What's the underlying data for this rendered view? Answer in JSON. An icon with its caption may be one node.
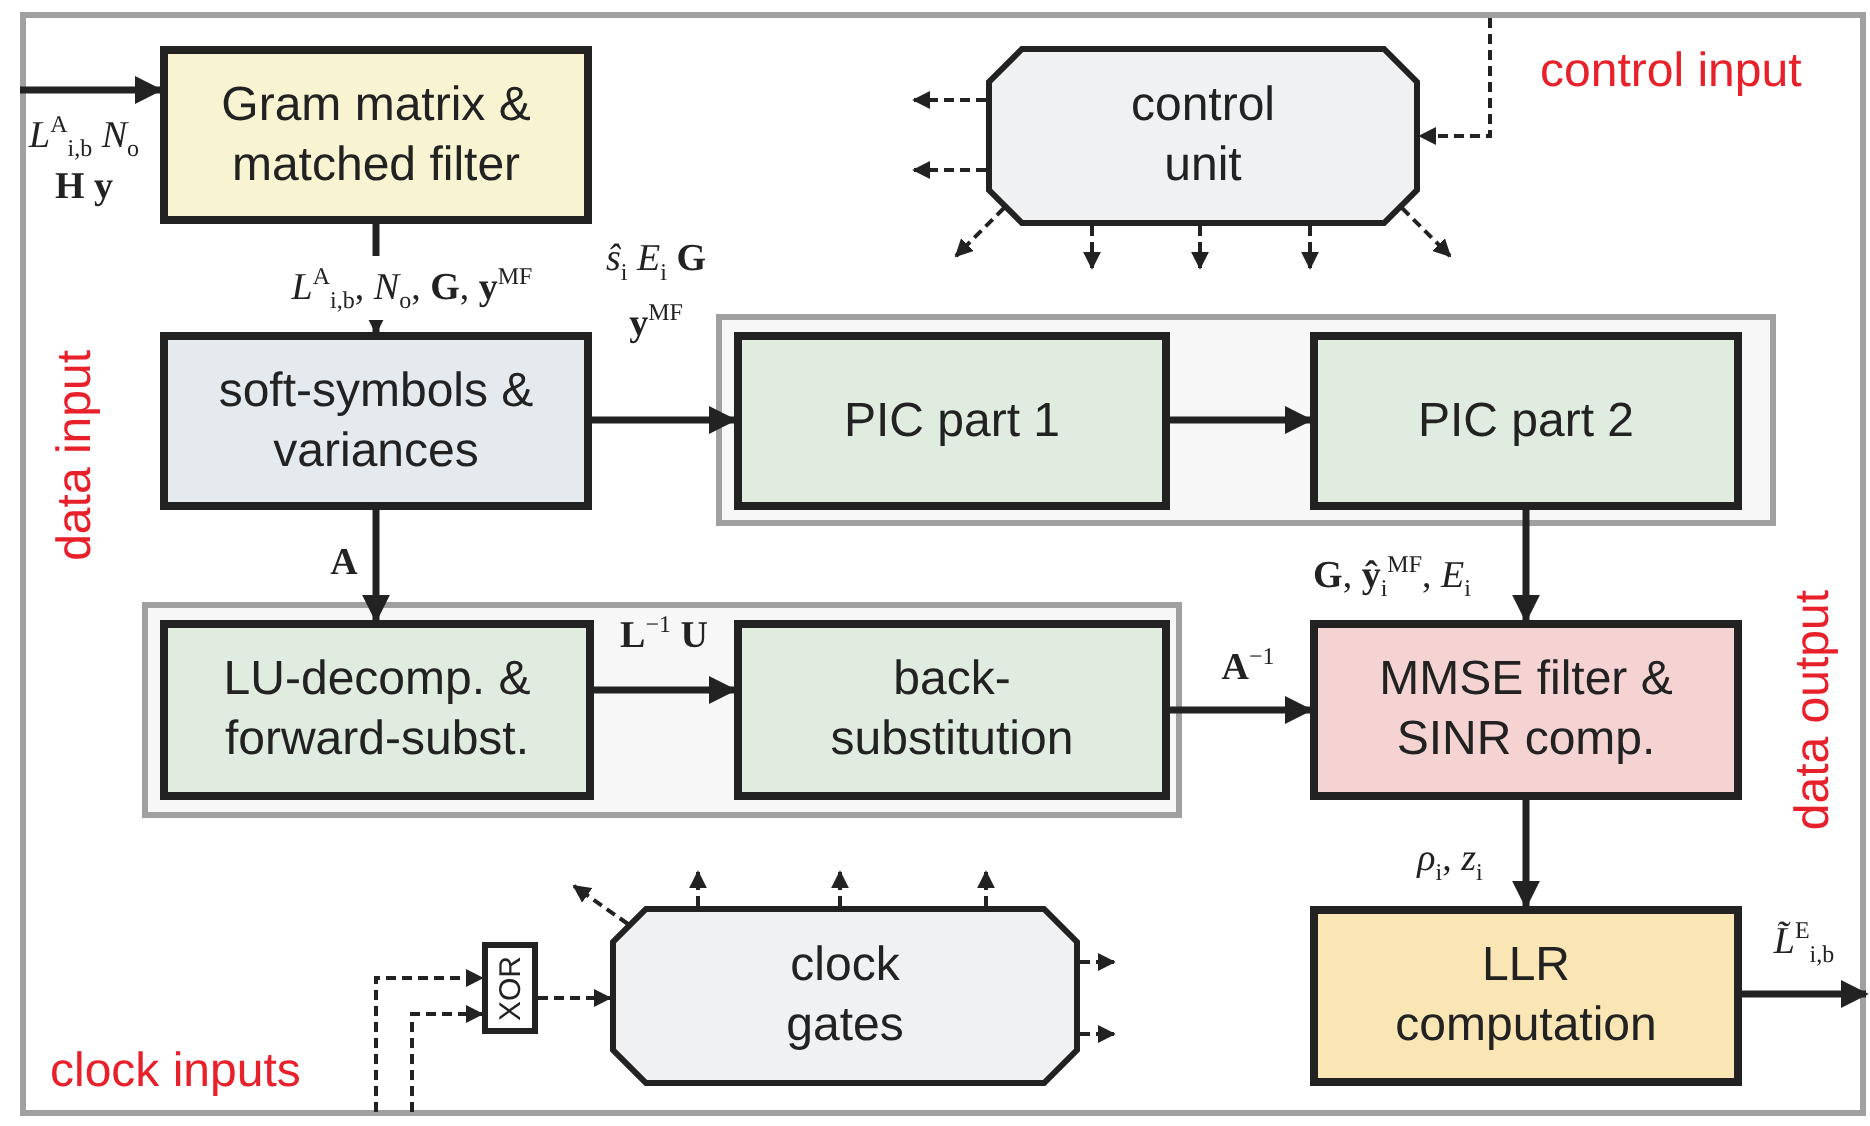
{
  "diagram": {
    "nodes": [
      {
        "text": [
          "Gram matrix & matched filter"
        ]
      },
      {
        "text": [
          "control unit"
        ]
      },
      {
        "text": [
          "soft-symbols & variances"
        ]
      },
      {
        "text": [],
        "shape": "box"
      },
      {
        "text": [
          "PIC part 1"
        ],
        "in": 3
      },
      {
        "text": [
          "PIC part 2"
        ],
        "in": 3
      },
      {
        "text": [],
        "shape": "box"
      },
      {
        "text": [
          "LU-decomp. & forward-subst."
        ],
        "in": 6
      },
      {
        "text": [
          "back-substitution"
        ],
        "in": 6
      },
      {
        "text": [
          "MMSE filter & SINR comp."
        ]
      },
      {
        "text": [
          "XOR"
        ]
      },
      {
        "text": [
          "clock gates"
        ]
      },
      {
        "text": [
          "LLR computation"
        ]
      }
    ],
    "edges": [
      {
        "from": null,
        "to": 0,
        "arrow": "to",
        "label": "*L*$^{A}$$_{i,b}$ *N*$_{o}$ **H** **y**"
      },
      {
        "from": 0,
        "to": 2,
        "arrow": "to",
        "label": "*L*$^{A}$$_{i,b}$, *N*$_{o}$, **G**, **y**$^{MF}$"
      },
      {
        "from": 2,
        "to": 4,
        "arrow": "to",
        "label": "*ŝ*$_{i}$ *E*$_{i}$ **G** **y**$^{MF}$"
      },
      {
        "from": 4,
        "to": 5,
        "arrow": "to"
      },
      {
        "from": 5,
        "to": 9,
        "arrow": "to",
        "label": "**G**, **ŷ**$_{i}$$^{MF}$, *E*$_{i}$"
      },
      {
        "from": 2,
        "to": 7,
        "arrow": "to",
        "label": "**A**"
      },
      {
        "from": 7,
        "to": 8,
        "arrow": "to",
        "label": "**L**$^{−1}$ **U**"
      },
      {
        "from": 8,
        "to": 9,
        "arrow": "to",
        "label": "**A**$^{−1}$"
      },
      {
        "from": 9,
        "to": 12,
        "arrow": "to",
        "label": "*ρ*$_{i}$, *z*$_{i}$"
      },
      {
        "from": 12,
        "to": null,
        "arrow": "to",
        "label": "*L̃*$^{E}$$_{i,b}$"
      },
      {
        "from": null,
        "to": 1,
        "arrow": "to",
        "style": "dashed"
      },
      {
        "from": 1,
        "to": null,
        "arrow": "to",
        "style": "dashed"
      },
      {
        "from": 1,
        "to": null,
        "arrow": "to",
        "style": "dashed"
      },
      {
        "from": 1,
        "to": null,
        "arrow": "to",
        "style": "dashed"
      },
      {
        "from": 1,
        "to": null,
        "arrow": "to",
        "style": "dashed"
      },
      {
        "from": 1,
        "to": null,
        "arrow": "to",
        "style": "dashed"
      },
      {
        "from": 1,
        "to": null,
        "arrow": "to",
        "style": "dashed"
      },
      {
        "from": 1,
        "to": null,
        "arrow": "to",
        "style": "dashed"
      },
      {
        "from": null,
        "to": 10,
        "arrow": "to",
        "style": "dashed"
      },
      {
        "from": null,
        "to": 10,
        "arrow": "to",
        "style": "dashed"
      },
      {
        "from": 10,
        "to": 11,
        "arrow": "to",
        "style": "dashed"
      },
      {
        "from": 11,
        "to": null,
        "arrow": "to",
        "style": "dashed"
      },
      {
        "from": 11,
        "to": null,
        "arrow": "to",
        "style": "dashed"
      },
      {
        "from": 11,
        "to": null,
        "arrow": "to",
        "style": "dashed"
      },
      {
        "from": 11,
        "to": null,
        "arrow": "to",
        "style": "dashed"
      },
      {
        "from": 11,
        "to": null,
        "arrow": "to",
        "style": "dashed"
      },
      {
        "from": 11,
        "to": null,
        "arrow": "to",
        "style": "dashed"
      }
    ],
    "labels": [
      "control input",
      "data input",
      "data output",
      "clock inputs"
    ]
  }
}
